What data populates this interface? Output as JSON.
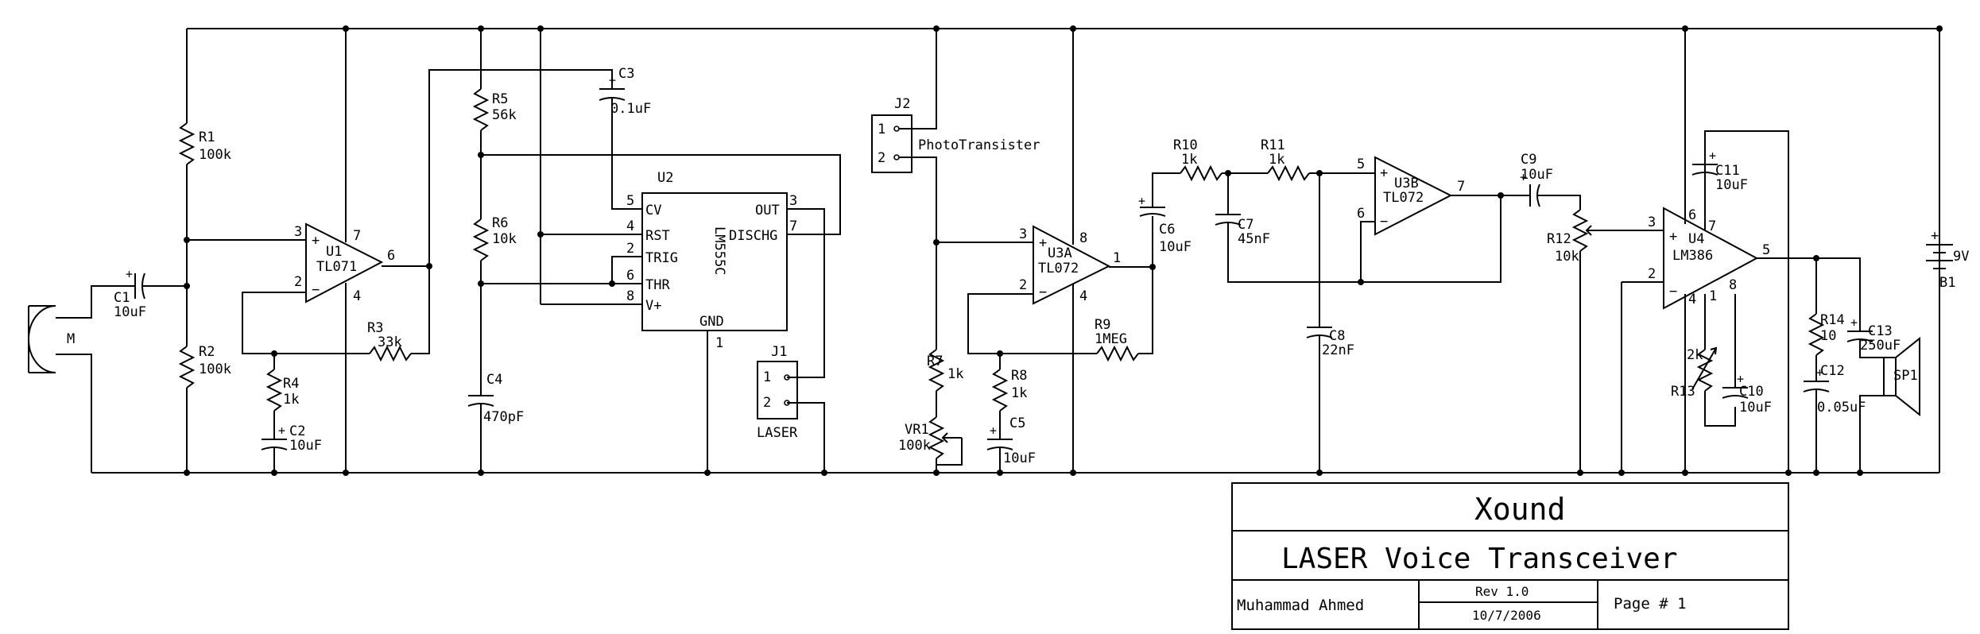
{
  "components": {
    "mic": {
      "ref": "M"
    },
    "c1": {
      "ref": "C1",
      "value": "10uF"
    },
    "r1": {
      "ref": "R1",
      "value": "100k"
    },
    "r2": {
      "ref": "R2",
      "value": "100k"
    },
    "u1": {
      "ref": "U1",
      "part": "TL071",
      "pins": {
        "p3": "3",
        "p2": "2",
        "p7": "7",
        "p4": "4",
        "p6": "6"
      }
    },
    "r3": {
      "ref": "R3",
      "value": "33k"
    },
    "r4": {
      "ref": "R4",
      "value": "1k"
    },
    "c2": {
      "ref": "C2",
      "value": "10uF"
    },
    "r5": {
      "ref": "R5",
      "value": "56k"
    },
    "r6": {
      "ref": "R6",
      "value": "10k"
    },
    "c4": {
      "ref": "C4",
      "value": "470pF"
    },
    "c3": {
      "ref": "C3",
      "value": "0.1uF"
    },
    "u2": {
      "ref": "U2",
      "part": "LM555C",
      "pin_names": {
        "cv": "CV",
        "rst": "RST",
        "trig": "TRIG",
        "thr": "THR",
        "vplus": "V+",
        "out": "OUT",
        "dischg": "DISCHG",
        "gnd": "GND"
      },
      "pins": {
        "p5": "5",
        "p4": "4",
        "p2": "2",
        "p6": "6",
        "p8": "8",
        "p3": "3",
        "p7": "7",
        "p1": "1"
      }
    },
    "j1": {
      "ref": "J1",
      "label": "LASER",
      "pins": {
        "p1": "1",
        "p2": "2"
      }
    },
    "j2": {
      "ref": "J2",
      "label": "PhotoTransister",
      "pins": {
        "p1": "1",
        "p2": "2"
      }
    },
    "r7": {
      "ref": "R7",
      "value": "1k"
    },
    "vr1": {
      "ref": "VR1",
      "value": "100k"
    },
    "r8": {
      "ref": "R8",
      "value": "1k"
    },
    "c5": {
      "ref": "C5",
      "value": "10uF"
    },
    "u3a": {
      "ref": "U3A",
      "part": "TL072",
      "pins": {
        "p3": "3",
        "p2": "2",
        "p8": "8",
        "p4": "4",
        "p1": "1"
      }
    },
    "r9": {
      "ref": "R9",
      "value": "1MEG"
    },
    "c6": {
      "ref": "C6",
      "value": "10uF"
    },
    "r10": {
      "ref": "R10",
      "value": "1k"
    },
    "r11": {
      "ref": "R11",
      "value": "1k"
    },
    "c7": {
      "ref": "C7",
      "value": "45nF"
    },
    "c8": {
      "ref": "C8",
      "value": "22nF"
    },
    "u3b": {
      "ref": "U3B",
      "part": "TL072",
      "pins": {
        "p5": "5",
        "p6": "6",
        "p7": "7"
      }
    },
    "c9": {
      "ref": "C9",
      "value": "10uF"
    },
    "r12": {
      "ref": "R12",
      "value": "10k"
    },
    "u4": {
      "ref": "U4",
      "part": "LM386",
      "pins": {
        "p3": "3",
        "p2": "2",
        "p6": "6",
        "p7": "7",
        "p4": "4",
        "p5": "5",
        "p8": "8",
        "p1": "1"
      }
    },
    "c11": {
      "ref": "C11",
      "value": "10uF"
    },
    "r13": {
      "ref": "R13",
      "value": "2k"
    },
    "c10": {
      "ref": "C10",
      "value": "10uF"
    },
    "r14": {
      "ref": "R14",
      "value": "10"
    },
    "c12": {
      "ref": "C12",
      "value": "0.05uF"
    },
    "c13": {
      "ref": "C13",
      "value": "250uF"
    },
    "sp1": {
      "ref": "SP1"
    },
    "b1": {
      "ref": "B1",
      "value": "9V"
    }
  },
  "polarity": {
    "plus": "+",
    "minus": "−"
  },
  "title_block": {
    "title": "Xound",
    "subtitle": "LASER Voice Transceiver",
    "author": "Muhammad Ahmed",
    "revision": "Rev 1.0",
    "date": "10/7/2006",
    "page": "Page # 1"
  }
}
